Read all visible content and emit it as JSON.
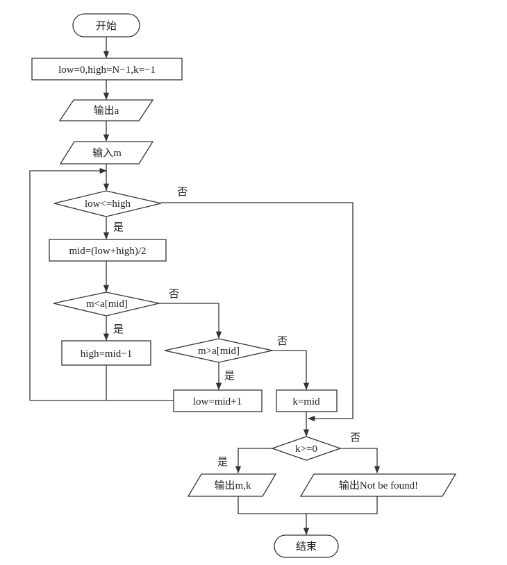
{
  "nodes": {
    "start": "开始",
    "init": "low=0,high=N−1,k=−1",
    "output_a": "输出a",
    "input_m": "输入m",
    "cond_loop": "low<=high",
    "calc_mid": "mid=(low+high)/2",
    "cond_less": "m<a[mid]",
    "set_high": "high=mid−1",
    "cond_greater": "m>a[mid]",
    "set_low": "low=mid+1",
    "set_k": "k=mid",
    "cond_found": "k>=0",
    "output_mk": "输出m,k",
    "output_not_found": "输出Not be found!",
    "end": "结束"
  },
  "edges": {
    "loop_yes": "是",
    "loop_no": "否",
    "less_yes": "是",
    "less_no": "否",
    "greater_yes": "是",
    "greater_no": "否",
    "found_yes": "是",
    "found_no": "否"
  }
}
